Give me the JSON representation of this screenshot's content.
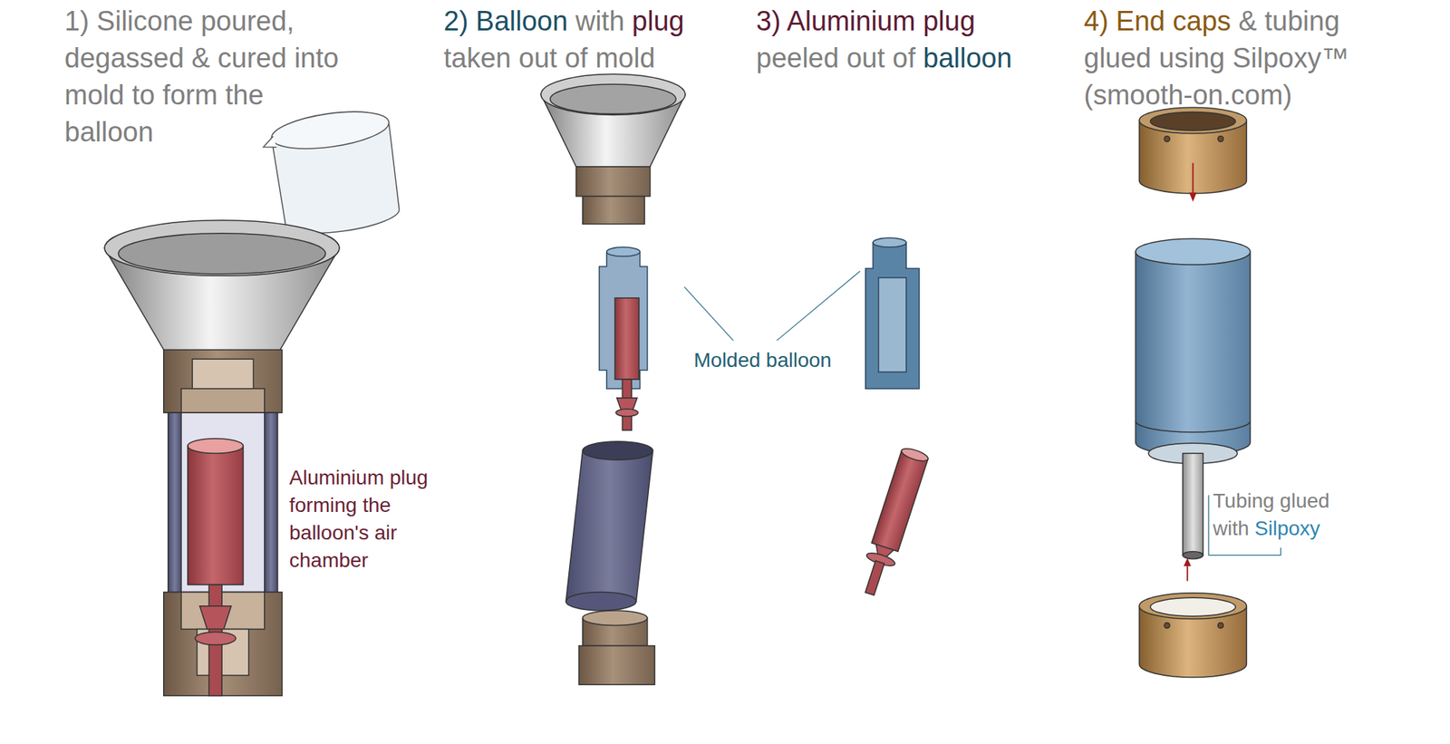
{
  "diagram": {
    "labels": [
      "1) Silicone poured, degassed & cured into mold to form the balloon",
      "2) Balloon",
      "with",
      "plug",
      "taken out of mold",
      "3) Aluminium plug",
      "peeled out of",
      "balloon",
      "4) End caps",
      "& tubing glued using Silpoxy™ (smooth-on.com)",
      "Aluminium plug forming the balloon's air chamber",
      "Molded balloon",
      "Tubing glued with",
      "Silpoxy"
    ]
  }
}
